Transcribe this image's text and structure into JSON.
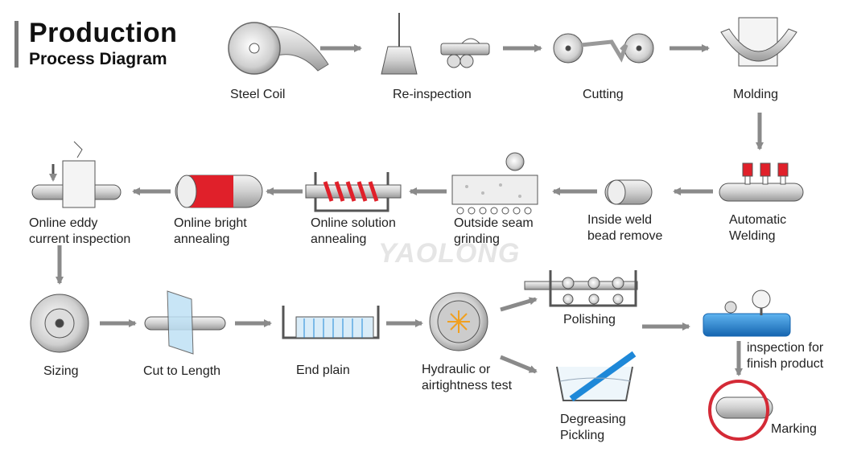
{
  "title": {
    "main": "Production",
    "sub": "Process Diagram"
  },
  "watermark": "YAOLONG",
  "steps": {
    "steel_coil": "Steel Coil",
    "re_inspection": "Re-inspection",
    "cutting": "Cutting",
    "molding": "Molding",
    "automatic_welding": [
      "Automatic",
      "Welding"
    ],
    "inside_weld_bead_remove": [
      "Inside weld",
      "bead remove"
    ],
    "outside_seam_grinding": [
      "Outside seam",
      "grinding"
    ],
    "online_solution_annealing": [
      "Online solution",
      "annealing"
    ],
    "online_bright_annealing": [
      "Online bright",
      "annealing"
    ],
    "online_eddy_current_inspection": [
      "Online eddy",
      "current inspection"
    ],
    "sizing": "Sizing",
    "cut_to_length": "Cut to Length",
    "end_plain": "End plain",
    "hydraulic_or_airtightness_test": [
      "Hydraulic or",
      "airtightness test"
    ],
    "polishing": "Polishing",
    "degreasing_pickling": [
      "Degreasing",
      "Pickling"
    ],
    "inspection_for_finish_product": [
      "inspection for",
      "finish product"
    ],
    "marking": "Marking"
  },
  "colors": {
    "arrow": "#8a8a8a",
    "heat_red": "#e0202a",
    "pipe_blue": "#1e88d8",
    "marking_ring": "#d42a36"
  }
}
